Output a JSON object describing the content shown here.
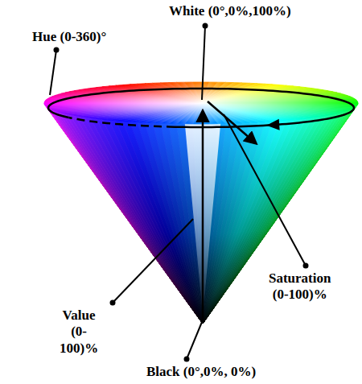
{
  "diagram": {
    "labels": [
      "White (0°,0%,100%)",
      "Hue (0-360)°",
      "Saturation (0-100)%",
      "Value (0-100)%",
      "Black (0°,0%, 0%)"
    ]
  }
}
